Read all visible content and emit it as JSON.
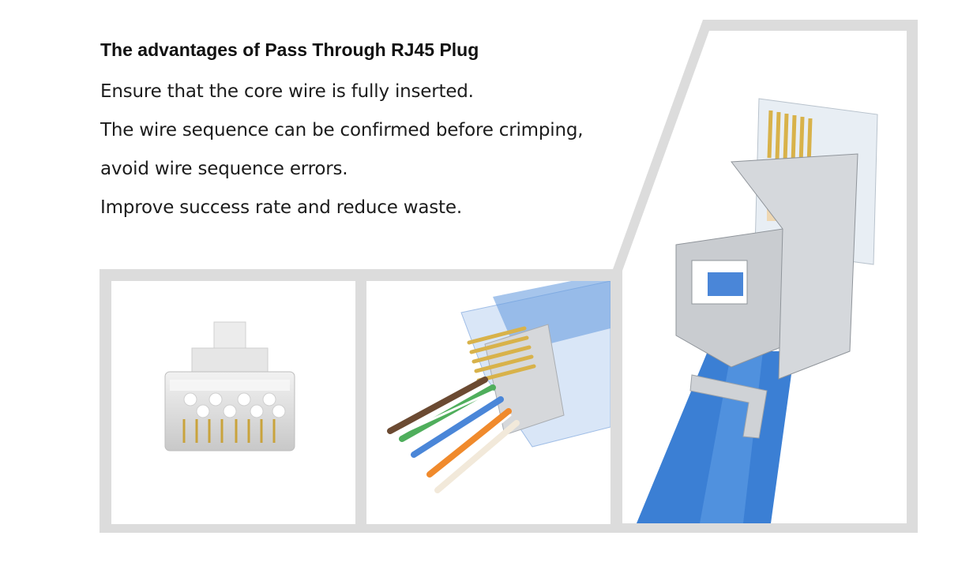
{
  "heading": "The advantages of Pass Through RJ45 Plug",
  "lines": [
    "Ensure that the core wire is fully inserted.",
    "The wire sequence can be confirmed before crimping,",
    "avoid wire sequence errors.",
    "Improve success rate and reduce waste."
  ],
  "colors": {
    "frame": "#dcdcdc",
    "cable_blue": "#3b7fd4",
    "metal": "#c9ccd0",
    "gold": "#d8b24a"
  },
  "images": {
    "left": "rj45-plug-front-icon",
    "middle": "rj45-plug-with-wires-icon",
    "right": "rj45-plug-on-blue-cable-icon"
  }
}
